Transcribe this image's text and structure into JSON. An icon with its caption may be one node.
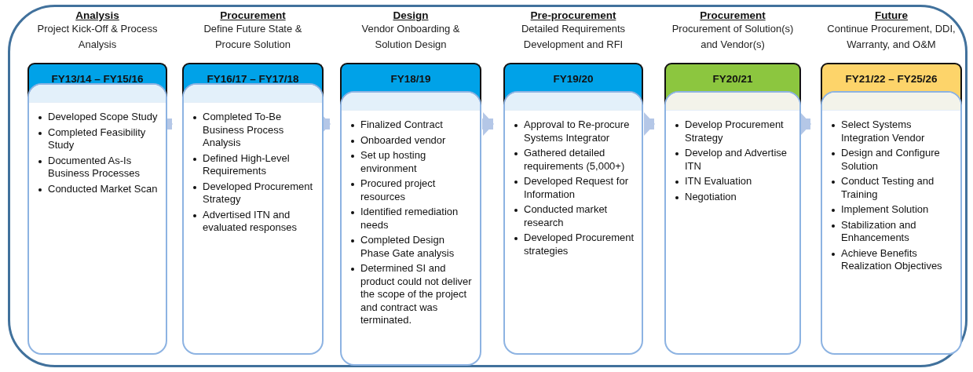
{
  "diagram": {
    "nodes": [
      {
        "text": [
          "FY13/14 – FY15/16",
          "Developed Scope Study",
          "Completed Feasibility Study",
          "Documented As-Is Business Processes",
          "Conducted Market Scan"
        ],
        "beside": [
          "Analysis",
          "Project Kick-Off & Process Analysis"
        ]
      },
      {
        "text": [
          "FY16/17 – FY17/18",
          "Completed To-Be Business Process Analysis",
          "Defined High-Level Requirements",
          "Developed Procurement Strategy",
          "Advertised ITN and evaluated responses"
        ],
        "beside": [
          "Procurement",
          "Define Future State & Procure Solution"
        ]
      },
      {
        "text": [
          "FY18/19",
          "Finalized Contract",
          "Onboarded vendor",
          "Set up hosting environment",
          "Procured project resources",
          "Identified remediation needs",
          "Completed Design Phase Gate analysis",
          "Determined SI and product could not deliver the scope of the project and contract was terminated."
        ],
        "beside": [
          "Design",
          "Vendor Onboarding & Solution Design"
        ]
      },
      {
        "text": [
          "FY19/20",
          "Approval to Re-procure Systems Integrator",
          "Gathered detailed requirements (5,000+)",
          "Developed Request for Information",
          "Conducted market research",
          "Developed Procurement strategies"
        ],
        "beside": [
          "Pre-procurement",
          "Detailed Requirements Development and RFI"
        ]
      },
      {
        "text": [
          "FY20/21",
          "Develop Procurement Strategy",
          "Develop and Advertise ITN",
          "ITN Evaluation",
          "Negotiation"
        ],
        "beside": [
          "Procurement",
          "Procurement of Solution(s) and Vendor(s)"
        ]
      },
      {
        "text": [
          "FY21/22 – FY25/26",
          "Select Systems Integration Vendor",
          "Design and Configure Solution",
          "Conduct Testing and Training",
          "Implement Solution",
          "Stabilization and Enhancements",
          "Achieve Benefits Realization Objectives"
        ],
        "beside": [
          "Future",
          "Continue Procurement, DDI, Warranty, and O&M"
        ]
      }
    ],
    "edges": [
      {
        "from": 0,
        "to": 1,
        "arrow": "to"
      },
      {
        "from": 1,
        "to": 2,
        "arrow": "to"
      },
      {
        "from": 2,
        "to": 3,
        "arrow": "to"
      },
      {
        "from": 3,
        "to": 4,
        "arrow": "to"
      },
      {
        "from": 4,
        "to": 5,
        "arrow": "to"
      }
    ]
  }
}
